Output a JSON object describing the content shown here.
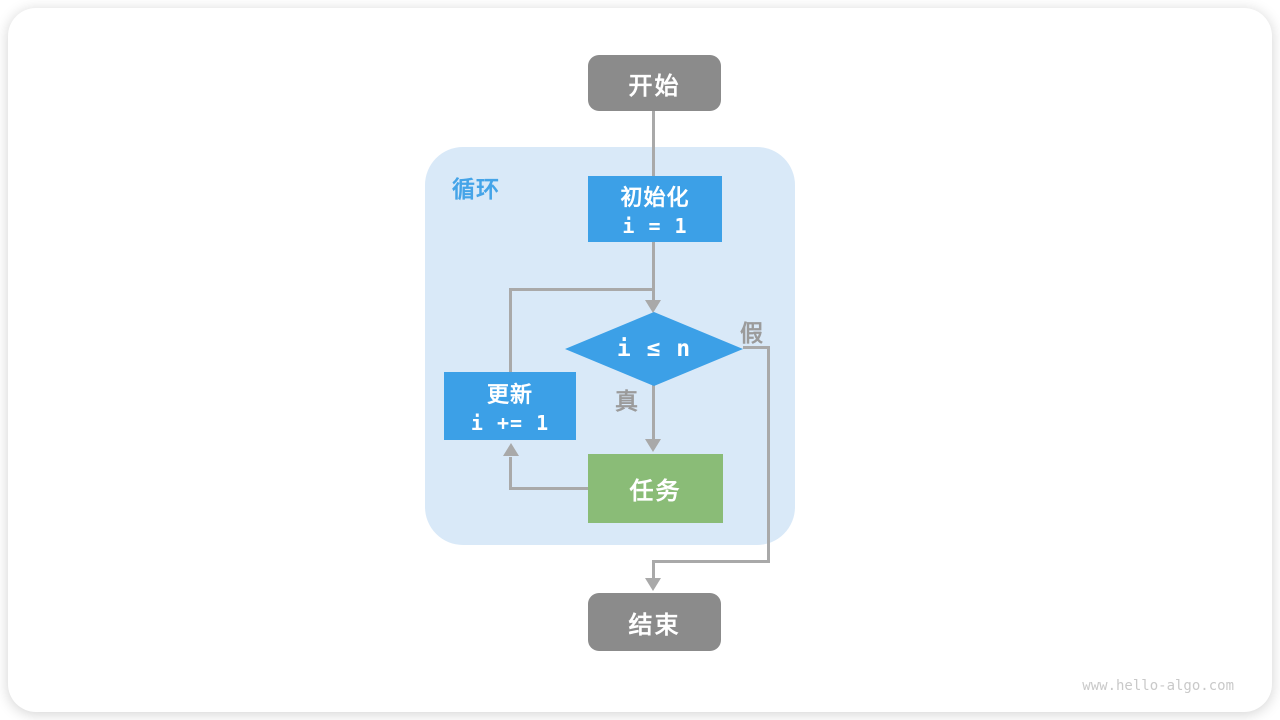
{
  "diagram": {
    "loop_label": "循环",
    "nodes": {
      "start": {
        "label": "开始"
      },
      "init": {
        "title": "初始化",
        "code": "i = 1"
      },
      "condition": {
        "code": "i ≤ n"
      },
      "update": {
        "title": "更新",
        "code": "i += 1"
      },
      "task": {
        "label": "任务"
      },
      "end": {
        "label": "结束"
      }
    },
    "edge_labels": {
      "true_branch": "真",
      "false_branch": "假"
    },
    "colors": {
      "process_blue": "#3ca0e7",
      "task_green": "#8abc77",
      "terminal_gray": "#8b8b8b",
      "loop_container_bg": "#d9e9f8",
      "loop_label_blue": "#45a4e8",
      "connector_gray": "#a9a9a9",
      "edge_label_gray": "#9b9b9b",
      "watermark_gray": "#c9c9c9"
    },
    "watermark": "www.hello-algo.com"
  }
}
